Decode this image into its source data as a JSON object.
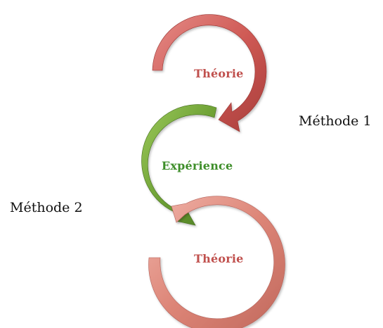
{
  "diagram": {
    "top_cycle": {
      "label": "Théorie",
      "color": "#c9504e",
      "text_color": "#c0504d"
    },
    "middle_cycle": {
      "label": "Expérience",
      "color": "#6ea234",
      "text_color": "#3e8e2a"
    },
    "bottom_cycle": {
      "label": "Théorie",
      "color": "#d77a6e",
      "text_color": "#c0504d"
    },
    "method_1": "Méthode 1",
    "method_2": "Méthode 2"
  }
}
